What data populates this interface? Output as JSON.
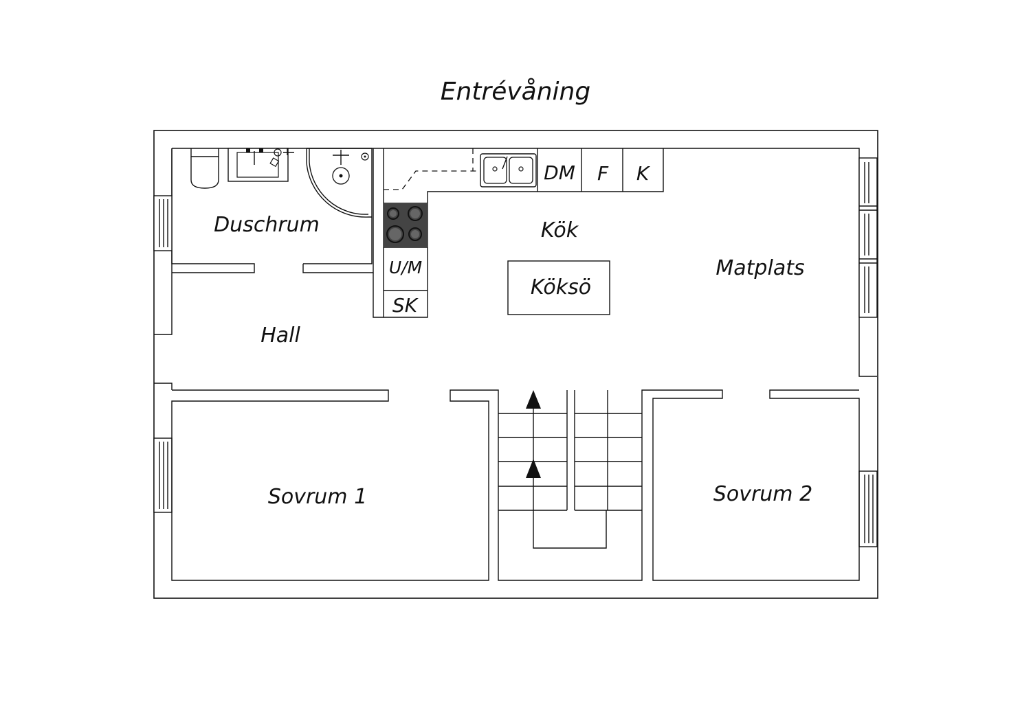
{
  "title": "Entrévåning",
  "rooms": {
    "duschrum": "Duschrum",
    "kok": "Kök",
    "matplats": "Matplats",
    "hall": "Hall",
    "sovrum1": "Sovrum 1",
    "sovrum2": "Sovrum 2"
  },
  "fixtures": {
    "koksö": "Köksö",
    "dm": "DM",
    "f": "F",
    "k": "K",
    "um": "U/M",
    "sk": "SK"
  },
  "icons": [
    "toilet-icon",
    "washbasin-icon",
    "shower-icon",
    "sink-icon",
    "stove-icon",
    "stair-arrow-icon",
    "window-icon"
  ],
  "colors": {
    "line": "#111111",
    "background": "#ffffff",
    "stove": "#444444"
  }
}
